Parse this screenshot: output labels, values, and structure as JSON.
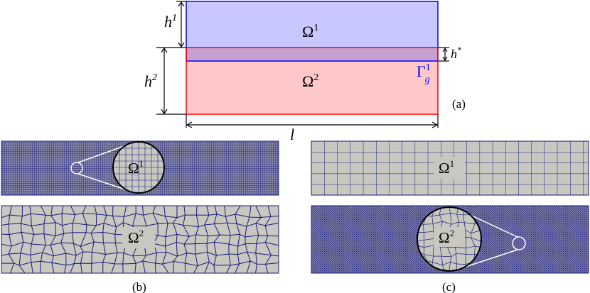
{
  "figure": {
    "top_diagram": {
      "omega1": {
        "symbol": "Ω",
        "sup": "1",
        "fill": "#c8c8ff",
        "stroke": "#0000ff"
      },
      "omega2": {
        "symbol": "Ω",
        "sup": "2",
        "fill": "#ffc8c8",
        "stroke": "#ff0000"
      },
      "overlap_fill": "#c8a0d0",
      "h1": {
        "base": "h",
        "sup": "1"
      },
      "h2": {
        "base": "h",
        "sup": "2"
      },
      "hstar": {
        "base": "h",
        "sup": "*"
      },
      "gamma": {
        "base": "Γ",
        "sup": "1",
        "sub": "g",
        "color": "#0000ff"
      },
      "length": "l",
      "panel_label": "(a)"
    },
    "panel_b": {
      "top_mesh": {
        "label": "Ω",
        "sup": "1",
        "description_colors": {
          "mesh": "#00007a",
          "fill": "#c8c8c0"
        }
      },
      "bottom_mesh": {
        "label": "Ω",
        "sup": "2"
      },
      "panel_label": "(b)"
    },
    "panel_c": {
      "top_mesh": {
        "label": "Ω",
        "sup": "1"
      },
      "bottom_mesh": {
        "label": "Ω",
        "sup": "2"
      },
      "panel_label": "(c)"
    },
    "colors": {
      "mesh_line": "#1a1a80",
      "mesh_bg": "#c8c8c0",
      "dense_mesh": "#4a4a8a"
    }
  }
}
